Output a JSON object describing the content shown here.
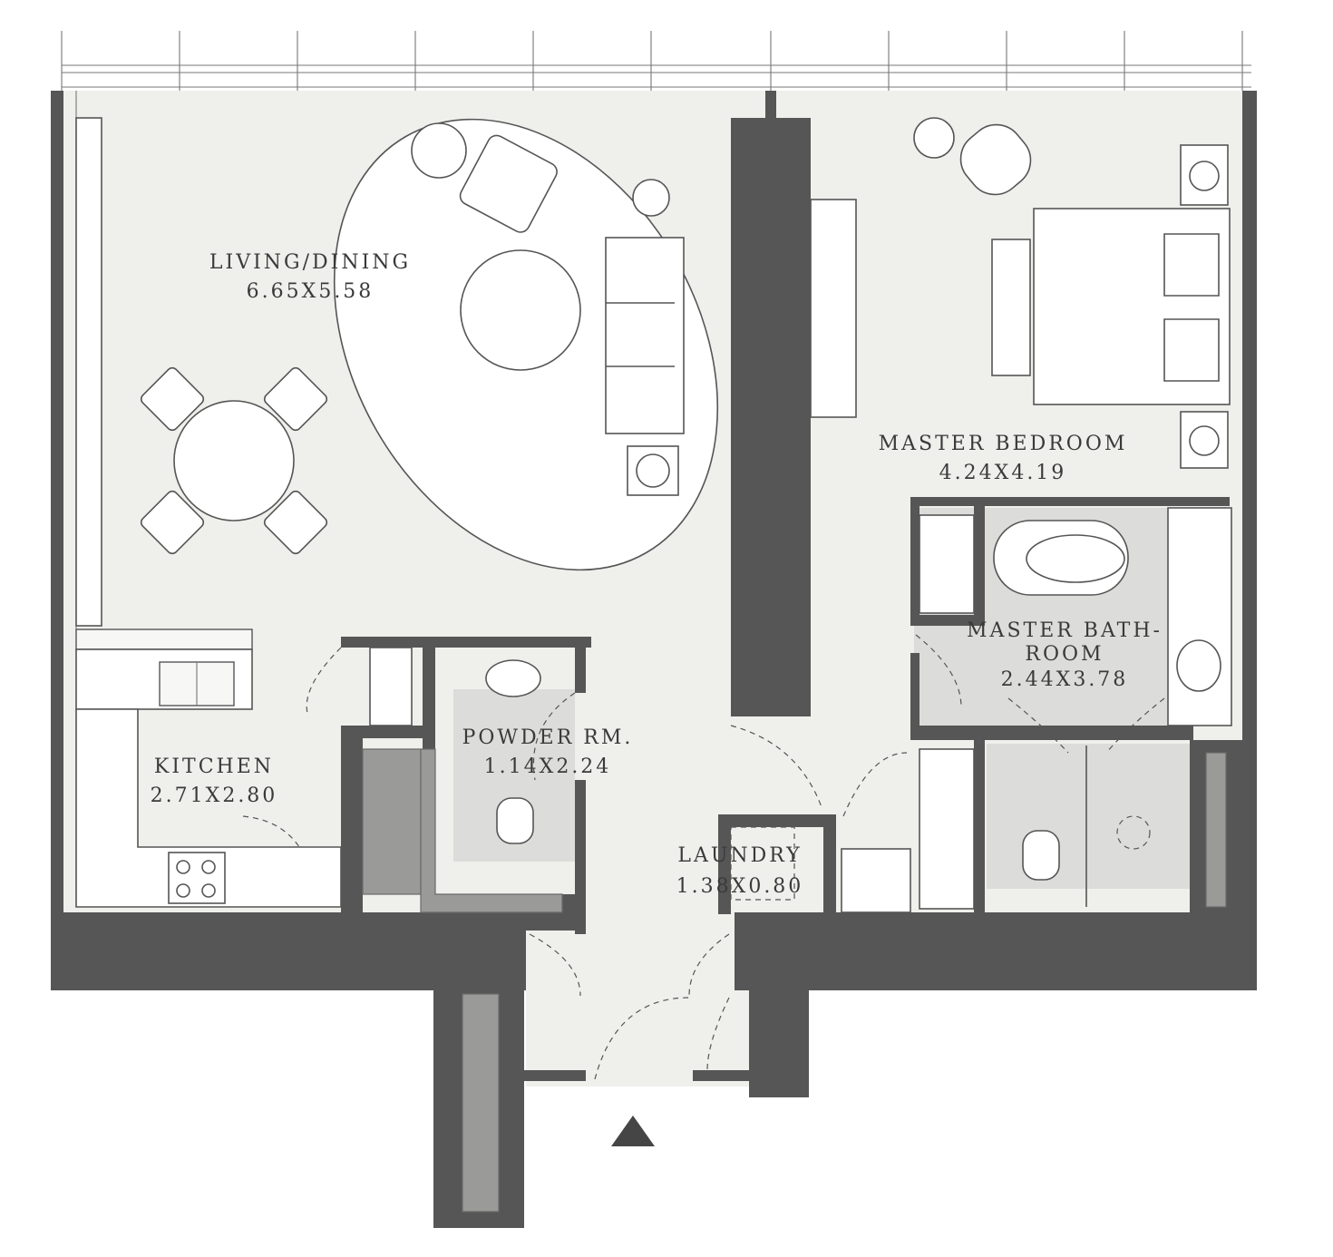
{
  "plan": {
    "rooms": [
      {
        "id": "living-dining",
        "name": "LIVING/DINING",
        "size": "6.65X5.58"
      },
      {
        "id": "master-bedroom",
        "name": "MASTER BEDROOM",
        "size": "4.24X4.19"
      },
      {
        "id": "master-bathroom",
        "name_line1": "MASTER BATH-",
        "name_line2": "ROOM",
        "size": "2.44X3.78"
      },
      {
        "id": "kitchen",
        "name": "KITCHEN",
        "size": "2.71X2.80"
      },
      {
        "id": "powder-room",
        "name": "POWDER RM.",
        "size": "1.14X2.24"
      },
      {
        "id": "laundry",
        "name": "LAUNDRY",
        "size": "1.38X0.80"
      }
    ],
    "colors": {
      "wall": "#565656",
      "floor": "#efefec",
      "wet_floor": "#dcdcda",
      "shaft": "#9a9a98"
    },
    "entrance_marker": "triangle-up-icon"
  }
}
